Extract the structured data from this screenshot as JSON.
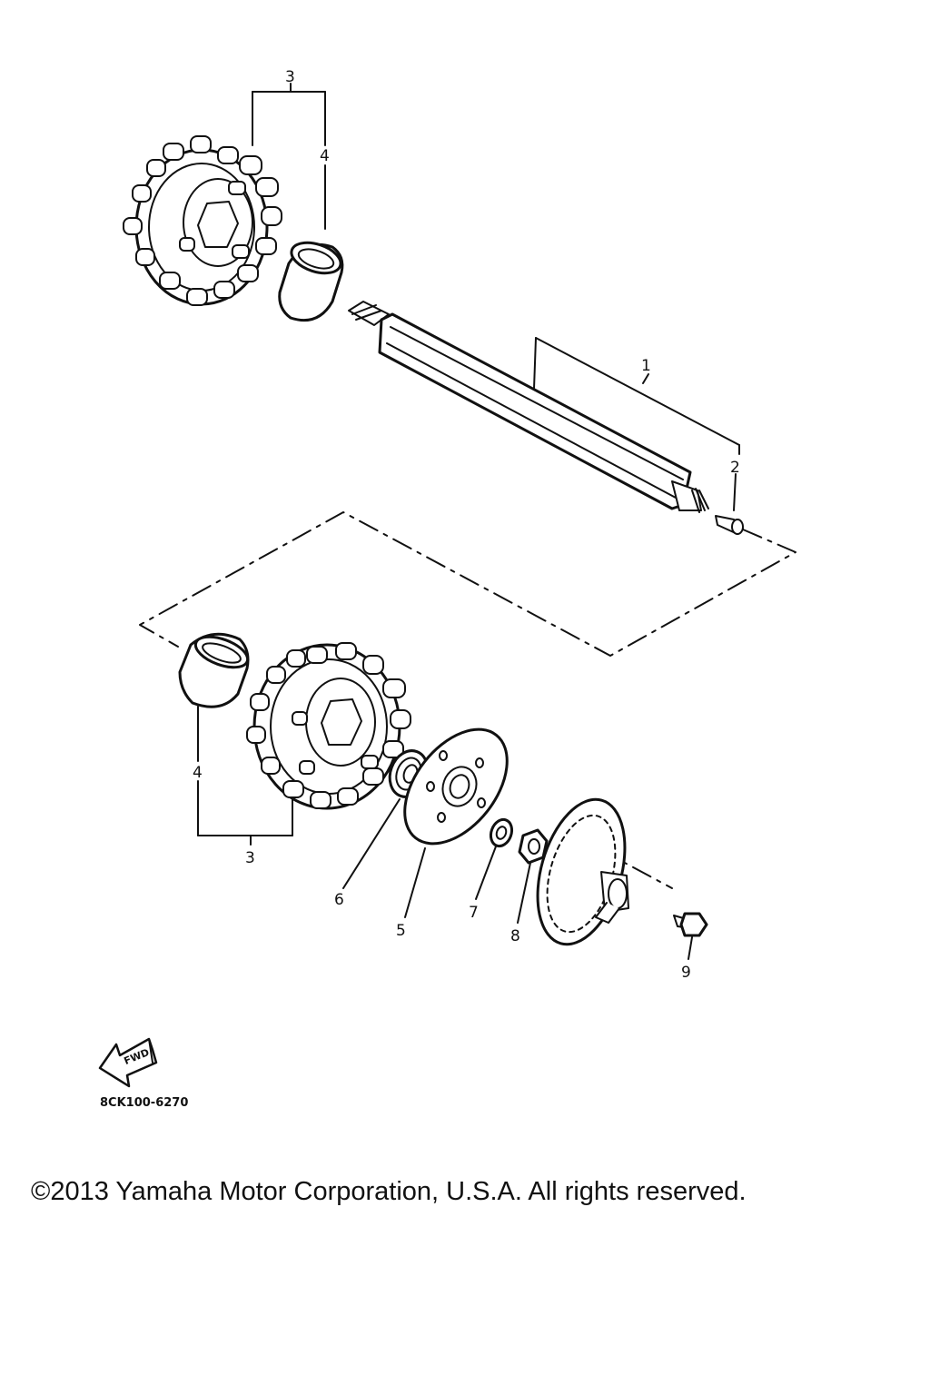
{
  "callouts": {
    "shaft": "1",
    "pin": "2",
    "sprocket_top": "3",
    "collar_top": "4",
    "collar_bottom": "4",
    "sprocket_bottom": "3",
    "bearing": "6",
    "plate": "5",
    "washer": "7",
    "nut": "8",
    "bolt": "9"
  },
  "fwd_label": "FWD",
  "part_code": "8CK100-6270",
  "copyright": "©2013 Yamaha Motor Corporation, U.S.A. All rights reserved.",
  "colors": {
    "ink": "#111111",
    "paper": "#ffffff"
  },
  "icons": [
    "fwd-arrow-icon"
  ]
}
